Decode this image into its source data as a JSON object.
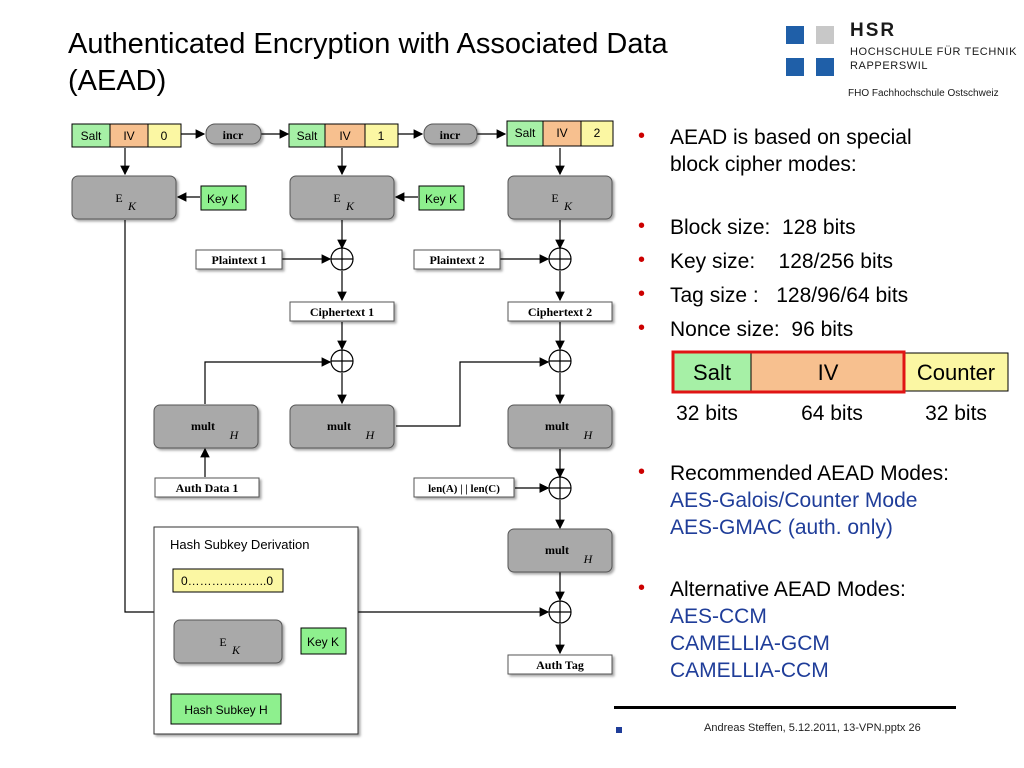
{
  "slide": {
    "title_line1": "Authenticated Encryption with Associated Data",
    "title_line2": "(AEAD)"
  },
  "logo": {
    "name": "HSR",
    "line1": "HOCHSCHULE FÜR TECHNIK",
    "line2": "RAPPERSWIL",
    "line3": "FHO Fachhochschule Ostschweiz"
  },
  "diagram": {
    "counter_blocks": [
      {
        "salt": "Salt",
        "iv": "IV",
        "counter": "0"
      },
      {
        "salt": "Salt",
        "iv": "IV",
        "counter": "1"
      },
      {
        "salt": "Salt",
        "iv": "IV",
        "counter": "2"
      }
    ],
    "incr": "incr",
    "encrypt_main": "E",
    "encrypt_sub": "K",
    "key": "Key K",
    "plaintexts": [
      "Plaintext 1",
      "Plaintext 2"
    ],
    "ciphertexts": [
      "Ciphertext 1",
      "Ciphertext 2"
    ],
    "mult_main": "mult",
    "mult_sub": "H",
    "auth_data": "Auth Data 1",
    "len_label": "len(A) | | len(C)",
    "auth_tag": "Auth Tag",
    "hash_panel_title": "Hash Subkey Derivation",
    "zero_block": "0………………..0",
    "hash_subkey": "Hash Subkey H"
  },
  "bullets": {
    "b1_line1": "AEAD is based on special",
    "b1_line2": "block cipher modes:",
    "b2": "Block size:  128 bits",
    "b3": "Key size:    128/256 bits",
    "b4": "Tag size :   128/96/64 bits",
    "b5": "Nonce size:  96 bits",
    "b6_title": "Recommended AEAD Modes:",
    "b6_items": [
      "AES-Galois/Counter Mode",
      "AES-GMAC (auth. only)"
    ],
    "b7_title": "Alternative AEAD Modes:",
    "b7_items": [
      "AES-CCM",
      "CAMELLIA-GCM",
      "CAMELLIA-CCM"
    ]
  },
  "nonce": {
    "salt": "Salt",
    "iv": "IV",
    "counter": "Counter",
    "salt_bits": "32 bits",
    "iv_bits": "64 bits",
    "counter_bits": "32 bits"
  },
  "footer": {
    "text": "Andreas Steffen, 5.12.2011, 13-VPN.pptx 26"
  },
  "colors": {
    "salt": "#a6f0a6",
    "iv": "#f7c08f",
    "counter": "#fbf7a3",
    "key": "#8ef08e",
    "block_grey": "#a9a9a9",
    "nonce_border": "#e01414",
    "blue_text": "#1f3d99",
    "bullet": "#cc0000"
  }
}
